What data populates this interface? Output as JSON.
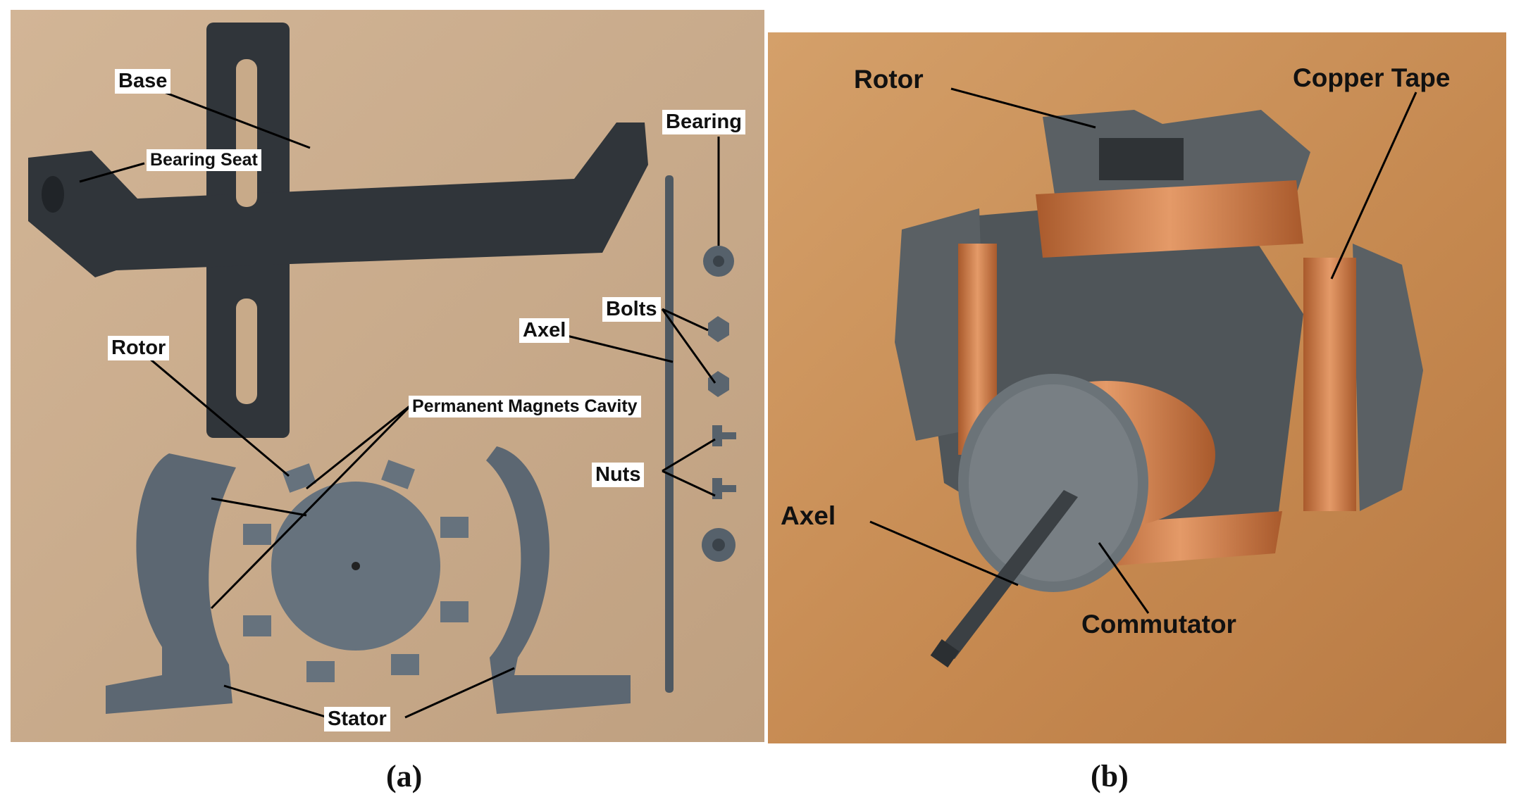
{
  "panel_a": {
    "caption": "(a)",
    "labels": {
      "base": "Base",
      "bearing_seat": "Bearing Seat",
      "bearing": "Bearing",
      "bolts": "Bolts",
      "axel": "Axel",
      "rotor": "Rotor",
      "permanent_magnets_cavity": "Permanent Magnets Cavity",
      "nuts": "Nuts",
      "stator": "Stator"
    }
  },
  "panel_b": {
    "caption": "(b)",
    "labels": {
      "rotor": "Rotor",
      "copper_tape": "Copper Tape",
      "axel": "Axel",
      "commutator": "Commutator"
    }
  },
  "colors": {
    "background_a": "#c9ab8a",
    "background_b": "#c68c52",
    "printed_part_dark": "#2f3438",
    "printed_part_light": "#5f6a74",
    "copper": "#c8733f"
  }
}
